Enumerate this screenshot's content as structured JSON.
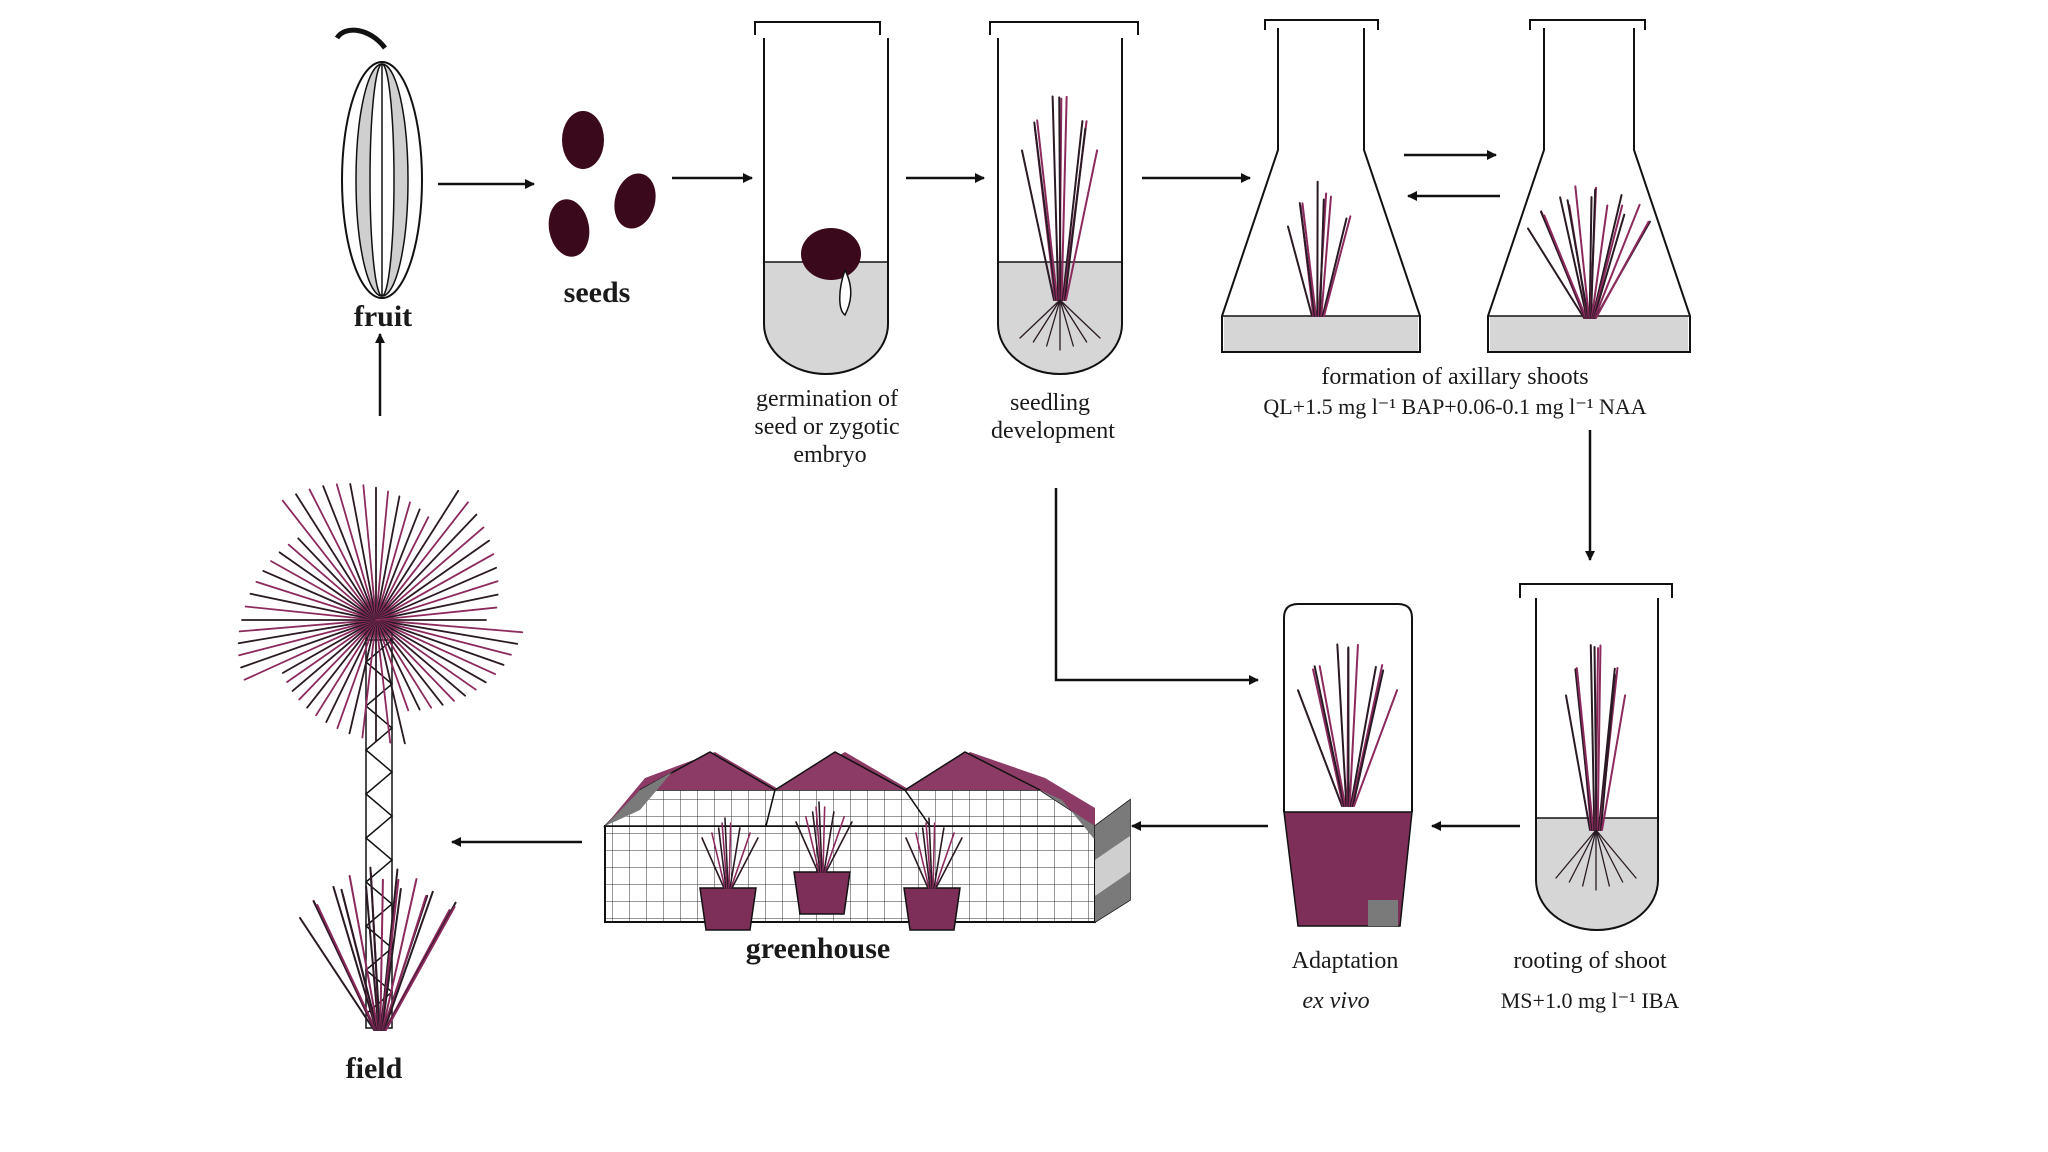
{
  "labels": {
    "fruit": "fruit",
    "seeds": "seeds",
    "germination": [
      "germination of",
      "seed or zygotic",
      "embryo"
    ],
    "seedling": [
      "seedling",
      "development"
    ],
    "axillary_title": "formation of axillary shoots",
    "axillary_medium": "QL+1.5 mg l⁻¹ BAP+0.06-0.1 mg l⁻¹ NAA",
    "rooting_title": "rooting of shoot",
    "rooting_medium": "MS+1.0 mg l⁻¹ IBA",
    "adaptation": "Adaptation",
    "adaptation_sub": "ex vivo",
    "greenhouse": "greenhouse",
    "field": "field"
  },
  "colors": {
    "plant": "#8c2a5e",
    "stem": "#2a1a24",
    "pot": "#7d2f5a",
    "seed": "#3a0a1c",
    "medium": "#d6d6d6",
    "roof": "#8c3a66",
    "roof_shadow": "#7a7a7a"
  }
}
